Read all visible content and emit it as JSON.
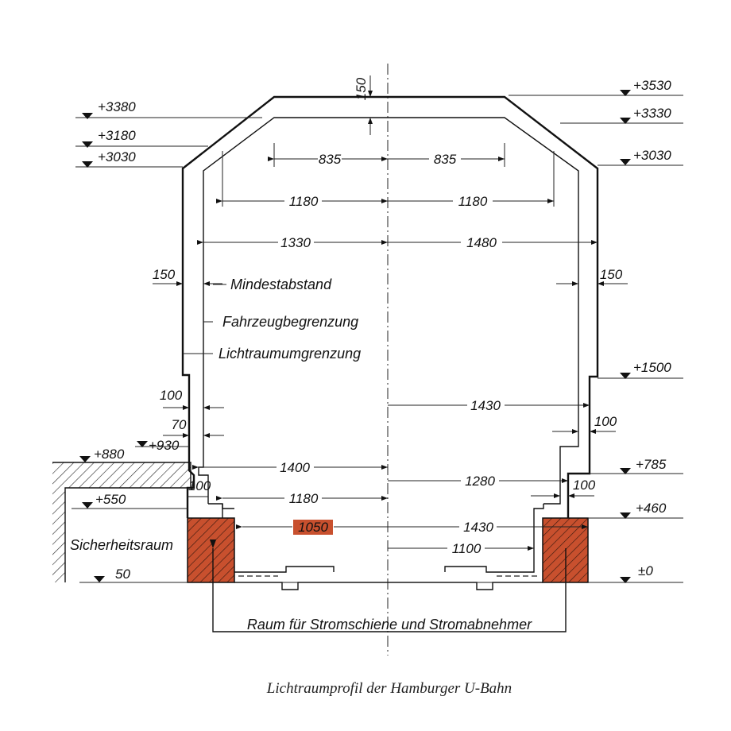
{
  "colors": {
    "highlight": "#c8502e",
    "line": "#111111"
  },
  "dims": {
    "top_thickness": "150",
    "w835_l": "835",
    "w835_r": "835",
    "w1180_l": "1180",
    "w1180_r": "1180",
    "w1330": "1330",
    "w1480": "1480",
    "side_150_l": "150",
    "side_150_r": "150",
    "d100_l": "100",
    "d70_l": "70",
    "d100_ledge": "100",
    "d1430_mid": "1430",
    "d100_r": "100",
    "d1400": "1400",
    "d1280": "1280",
    "d100_r2": "100",
    "d1180_low": "1180",
    "d1050": "1050",
    "d1430_low": "1430",
    "d1100": "1100"
  },
  "levels": {
    "left": [
      "+3380",
      "+3180",
      "+3030",
      "+880",
      "+930",
      "+550",
      "50"
    ],
    "right": [
      "+3530",
      "+3330",
      "+3030",
      "+1500",
      "+785",
      "+460",
      "±0"
    ]
  },
  "labels": {
    "mindestabstand": "Mindestabstand",
    "fahrzeug": "Fahrzeugbegrenzung",
    "lichtraum": "Lichtraumumgrenzung",
    "sicherheitsraum": "Sicherheitsraum",
    "stromschiene": "Raum für Stromschiene und Stromabnehmer"
  },
  "caption": "Lichtraumprofil der Hamburger U-Bahn"
}
